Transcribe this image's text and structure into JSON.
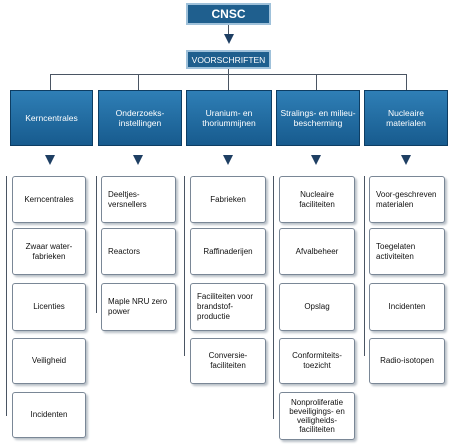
{
  "root": {
    "label": "CNSC"
  },
  "level2": {
    "label": "VOORSCHRIFTEN"
  },
  "columns": [
    {
      "header": "Kerncentrales",
      "items": [
        "Kerncentrales",
        "Zwaar water-fabrieken",
        "Licenties",
        "Veiligheid",
        "Incidenten"
      ]
    },
    {
      "header": "Onderzoeks-instellingen",
      "items": [
        "Deeltjes-versnellers",
        "Reactors",
        "Maple NRU zero power"
      ]
    },
    {
      "header": "Uranium- en thoriummijnen",
      "items": [
        "Fabrieken",
        "Raffinaderijen",
        "Faciliteiten voor brandstof-productie",
        "Conversie-faciliteiten"
      ]
    },
    {
      "header": "Stralings- en milieu-bescherming",
      "items": [
        "Nucleaire faciliteiten",
        "Afvalbeheer",
        "Opslag",
        "Conformiteits-toezicht",
        "Nonproliferatie beveiligings- en veiligheids-faciliteiten"
      ]
    },
    {
      "header": "Nucleaire materialen",
      "items": [
        "Voor-geschreven materialen",
        "Toegelaten activiteiten",
        "Incidenten",
        "Radio-isotopen"
      ]
    }
  ],
  "colors": {
    "root_fill": "#1f5f8e",
    "header_fill": "#1f6ba3",
    "arrow": "#1e3f63"
  }
}
